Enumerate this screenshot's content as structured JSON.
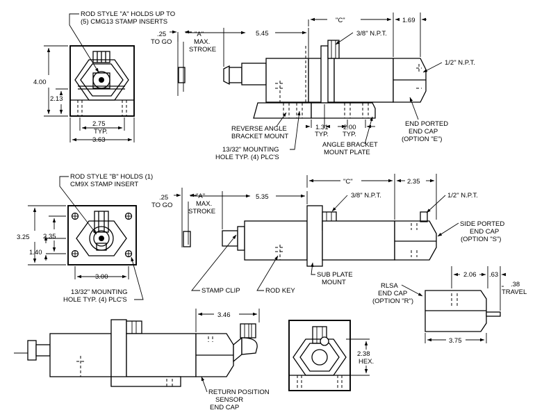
{
  "callouts": {
    "rod_style_a": [
      "ROD STYLE \"A\" HOLDS UP TO",
      "(5) CMG13 STAMP INSERTS"
    ],
    "rod_style_b": [
      "ROD STYLE \"B\" HOLDS (1)",
      "CM9X STAMP INSERT"
    ],
    "to_go_a": [
      ".25",
      "TO GO"
    ],
    "to_go_b": [
      ".25",
      "TO GO"
    ],
    "stroke_a": [
      "\"A\"",
      "MAX.",
      "STROKE"
    ],
    "stroke_b": [
      "\"A\"",
      "MAX.",
      "STROKE"
    ],
    "npt_38_a": "3/8\" N.P.T.",
    "npt_12_a": "1/2\" N.P.T.",
    "npt_38_b": "3/8\" N.P.T.",
    "npt_12_b": "1/2\" N.P.T.",
    "end_ported": [
      "END PORTED",
      "END CAP",
      "(OPTION \"E\")"
    ],
    "reverse_angle": [
      "REVERSE ANGLE",
      "BRACKET MOUNT"
    ],
    "mounting_hole_a": [
      "13/32\" MOUNTING",
      "HOLE TYP. (4) PLC'S"
    ],
    "angle_plate": [
      "ANGLE BRACKET",
      "MOUNT PLATE"
    ],
    "side_ported": [
      "SIDE PORTED",
      "END CAP",
      "(OPTION \"S\")"
    ],
    "mounting_hole_b": [
      "13/32\" MOUNTING",
      "HOLE TYP. (4) PLC'S"
    ],
    "stamp_clip": "STAMP CLIP",
    "rod_key": "ROD KEY",
    "sub_plate": [
      "SUB PLATE",
      "MOUNT"
    ],
    "rlsa": [
      "RLSA",
      "END CAP",
      "(OPTION \"R\")"
    ],
    "travel": [
      ".38",
      "TRAVEL"
    ],
    "return_sensor": [
      "RETURN POSITION",
      "SENSOR",
      "END CAP"
    ],
    "hex": [
      "2.38",
      "HEX."
    ]
  },
  "dimensions": {
    "d400": "4.00",
    "d213": "2.13",
    "d275": [
      "2.75",
      "TYP."
    ],
    "d363": "3.63",
    "d545": "5.45",
    "dC1": "\"C\"",
    "d169": "1.69",
    "d131": [
      "1.31",
      "TYP."
    ],
    "d200": [
      "2.00",
      "TYP."
    ],
    "d325": "3.25",
    "d235l": "2.35",
    "d140": "1.40",
    "d300": "3.00",
    "d535": "5.35",
    "dC2": "\"C\"",
    "d235r": "2.35",
    "d206": "2.06",
    "d63": ".63",
    "d375": "3.75",
    "d346": "3.46"
  }
}
